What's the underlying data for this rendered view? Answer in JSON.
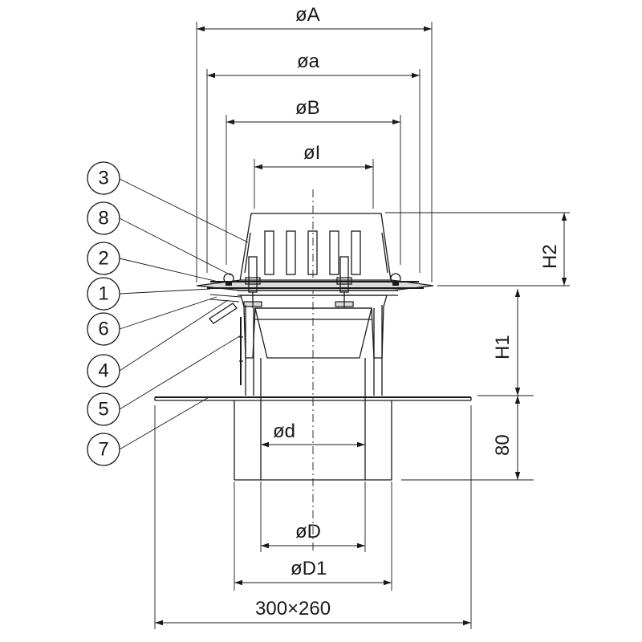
{
  "dimensions": {
    "dia_A": "øA",
    "dia_a": "øa",
    "dia_B": "øB",
    "dia_I": "øI",
    "dia_d": "ød",
    "dia_D": "øD",
    "dia_D1": "øD1",
    "size": "300×260",
    "H1": "H1",
    "H2": "H2",
    "height_80": "80"
  },
  "parts": [
    "3",
    "8",
    "2",
    "1",
    "6",
    "4",
    "5",
    "7"
  ]
}
